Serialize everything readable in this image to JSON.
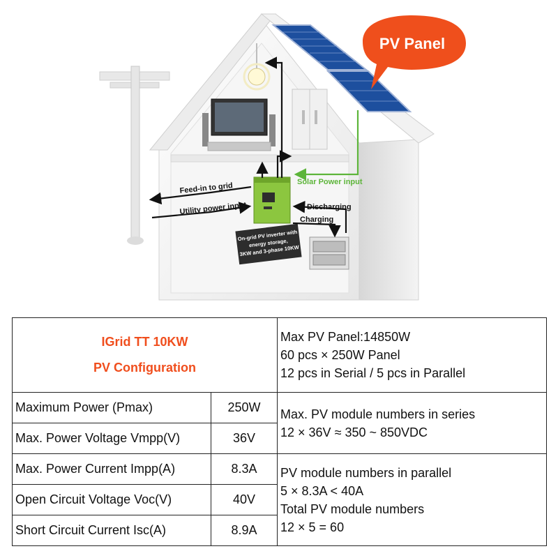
{
  "diagram": {
    "pv_panel_callout": "PV Panel",
    "feed_in_label": "Feed-in to grid",
    "utility_label": "Utility power input",
    "solar_power_label": "Solar Power input",
    "discharging_label": "Discharging",
    "charging_label": "Charging",
    "inverter_caption": [
      "On-grid PV inverter with",
      "energy storage,",
      "3KW and 3-phase 10KW"
    ],
    "colors": {
      "callout": "#ef4f1c",
      "inverter": "#8cc63f",
      "solar_line": "#5db53a",
      "roof": "#f0f0f0",
      "panel": "#1d4f9e"
    }
  },
  "table": {
    "title_line1": "IGrid TT 10KW",
    "title_line2": "PV Configuration",
    "summary": [
      "Max PV Panel:14850W",
      "60 pcs × 250W Panel",
      "12 pcs in Serial / 5 pcs in Parallel"
    ],
    "rows": [
      {
        "label": "Maximum Power (Pmax)",
        "value": "250W"
      },
      {
        "label": "Max. Power Voltage Vmpp(V)",
        "value": "36V"
      },
      {
        "label": "Max. Power Current Impp(A)",
        "value": "8.3A"
      },
      {
        "label": "Open Circuit Voltage Voc(V)",
        "value": "40V"
      },
      {
        "label": "Short Circuit Current Isc(A)",
        "value": "8.9A"
      }
    ],
    "series_note": [
      "Max. PV module numbers in series",
      "12 × 36V ≈ 350 ~ 850VDC"
    ],
    "parallel_note": [
      "PV module numbers in parallel",
      "5 × 8.3A < 40A",
      "Total PV module numbers",
      "12 × 5 = 60"
    ],
    "title_color": "#f04e1d"
  }
}
